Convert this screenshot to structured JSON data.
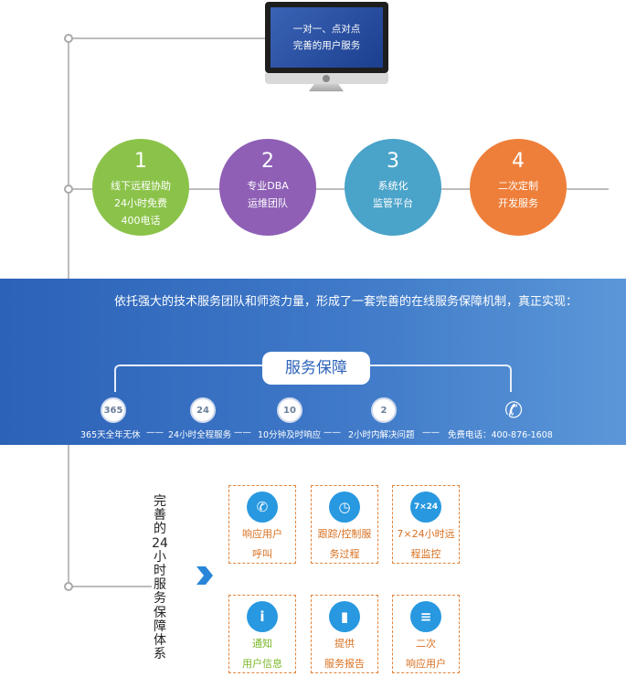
{
  "monitor": {
    "line1": "一对一、点对点",
    "line2": "完善的用户服务"
  },
  "steps": [
    {
      "num": "1",
      "lines": [
        "线下远程协助",
        "24小时免费",
        "400电话"
      ],
      "color": "#8bc34a"
    },
    {
      "num": "2",
      "lines": [
        "专业DBA",
        "运维团队"
      ],
      "color": "#8e5fb5"
    },
    {
      "num": "3",
      "lines": [
        "系统化",
        "监管平台"
      ],
      "color": "#4aa3c9"
    },
    {
      "num": "4",
      "lines": [
        "二次定制",
        "开发服务"
      ],
      "color": "#ee7f3a"
    }
  ],
  "banner": {
    "intro": "依托强大的技术服务团队和师资力量，形成了一套完善的在线服务保障机制，真正实现：",
    "title": "服务保障",
    "flow": [
      "365天全年无休",
      "——",
      "24小时全程服务",
      "——",
      "10分钟及时响应",
      "——",
      "2小时内解决问题",
      "——",
      "免费电话：400-876-1608"
    ],
    "icons": [
      {
        "name": "365-icon",
        "glyph": "365"
      },
      {
        "name": "24h-icon",
        "glyph": "24"
      },
      {
        "name": "10min-icon",
        "glyph": "10"
      },
      {
        "name": "2h-icon",
        "glyph": "2"
      },
      {
        "name": "phone-icon",
        "glyph": "✆"
      }
    ]
  },
  "system": {
    "title": "完善的24小时服务保障体系",
    "boxes": [
      {
        "icon": "phone-circle-icon",
        "glyph": "✆",
        "lines": [
          "响应用户",
          "呼叫"
        ],
        "tone": "orange"
      },
      {
        "icon": "clock-circle-icon",
        "glyph": "◷",
        "lines": [
          "跟踪/控制服",
          "务过程"
        ],
        "tone": "orange"
      },
      {
        "icon": "monitor-circle-icon",
        "glyph": "7×24",
        "lines": [
          "7×24小时远",
          "程监控"
        ],
        "tone": "orange"
      },
      {
        "icon": "info-circle-icon",
        "glyph": "i",
        "lines": [
          "通知",
          "用户信息"
        ],
        "tone": "green"
      },
      {
        "icon": "report-chart-icon",
        "glyph": "▮",
        "lines": [
          "提供",
          "服务报告"
        ],
        "tone": "orange"
      },
      {
        "icon": "document-icon",
        "glyph": "≡",
        "lines": [
          "二次",
          "响应用户"
        ],
        "tone": "orange"
      }
    ]
  }
}
